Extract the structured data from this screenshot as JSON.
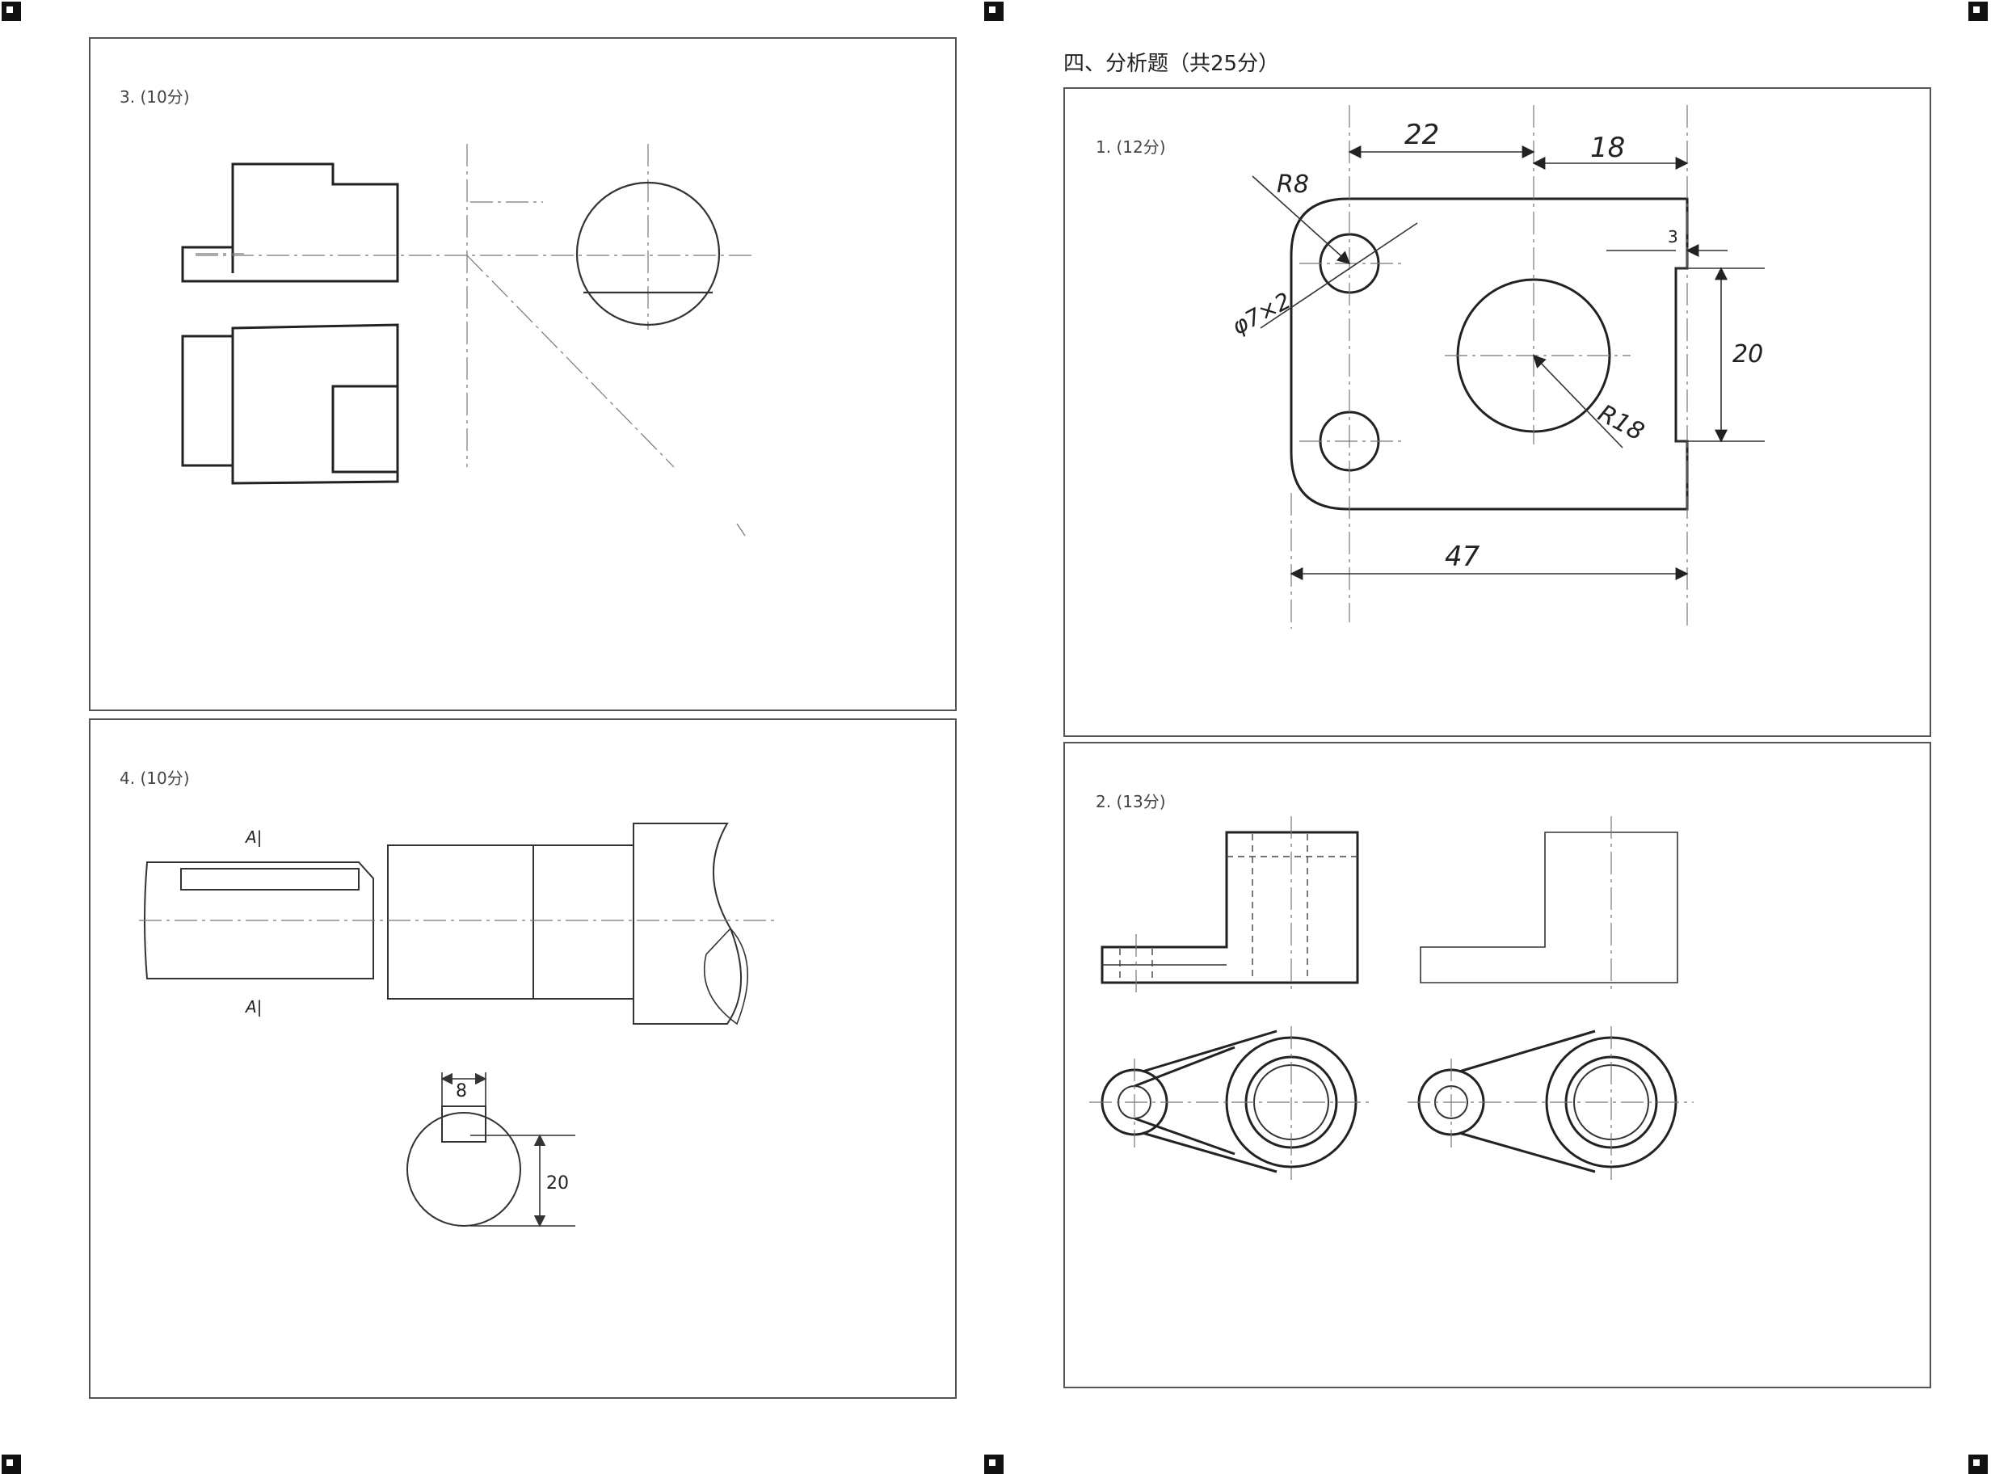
{
  "left_column": {
    "q3_label": "3. (10分)",
    "q4_label": "4. (10分)",
    "q4_section_marks": [
      "A|",
      "A|"
    ],
    "q4_dims": [
      "8",
      "20"
    ]
  },
  "right_column": {
    "section_heading": "四、分析题（共25分）",
    "q1_label": "1. (12分)",
    "q1_dims": [
      "22",
      "18",
      "R8",
      "φ7×2",
      "3",
      "20",
      "R18",
      "47"
    ],
    "q2_label": "2. (13分)"
  }
}
